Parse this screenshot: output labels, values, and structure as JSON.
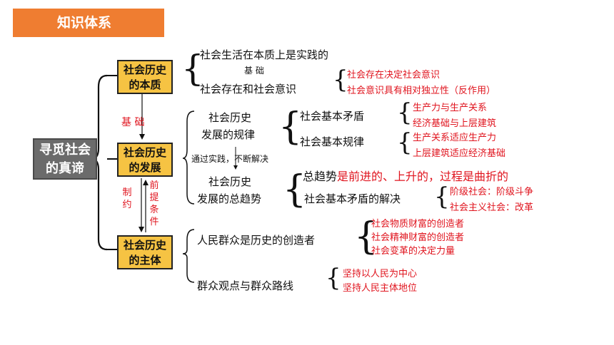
{
  "banner": {
    "title": "知识体系"
  },
  "root": {
    "line1": "寻觅社会",
    "line2": "的真谛"
  },
  "nodes": {
    "essence": {
      "line1": "社会历史",
      "line2": "的本质"
    },
    "development": {
      "line1": "社会历史",
      "line2": "的发展"
    },
    "subject": {
      "line1": "社会历史",
      "line2": "的主体"
    }
  },
  "relations": {
    "foundation": "基  础",
    "restrict": "制约",
    "premise": "前提条件"
  },
  "essence_branch": {
    "item1": "社会生活在本质上是实践的",
    "mid_label": "基 础",
    "item2": "社会存在和社会意识",
    "sub": [
      "社会存在决定社会意识",
      "社会意识具有相对独立性（反作用）"
    ]
  },
  "development_branch": {
    "law_line1": "社会历史",
    "law_line2": "发展的规律",
    "practice_label": "通过实践，不断解决",
    "contradiction": "社会基本矛盾",
    "contradiction_sub": [
      "生产力与生产关系",
      "经济基础与上层建筑"
    ],
    "basic_law": "社会基本规律",
    "basic_law_sub": [
      "生产关系适应生产力",
      "上层建筑适应经济基础"
    ],
    "trend_line1": "社会历史",
    "trend_line2": "发展的总趋势",
    "overall_prefix": "总趋势",
    "overall_rest": "是前进的、上升的，过程是曲折的",
    "resolution": "社会基本矛盾的解决",
    "resolution_sub": [
      "阶级社会：阶级斗争",
      "社会主义社会：改革"
    ]
  },
  "subject_branch": {
    "creators": "人民群众是历史的创造者",
    "creators_sub": [
      "社会物质财富的创造者",
      "社会精神财富的创造者",
      "社会变革的决定力量"
    ],
    "mass_line": "群众观点与群众路线",
    "mass_line_sub": [
      "坚持以人民为中心",
      "坚持人民主体地位"
    ]
  },
  "colors": {
    "banner": "#ef7d31",
    "node": "#f6c343",
    "root": "#6b6b6b",
    "accent_red": "#e0141e"
  }
}
